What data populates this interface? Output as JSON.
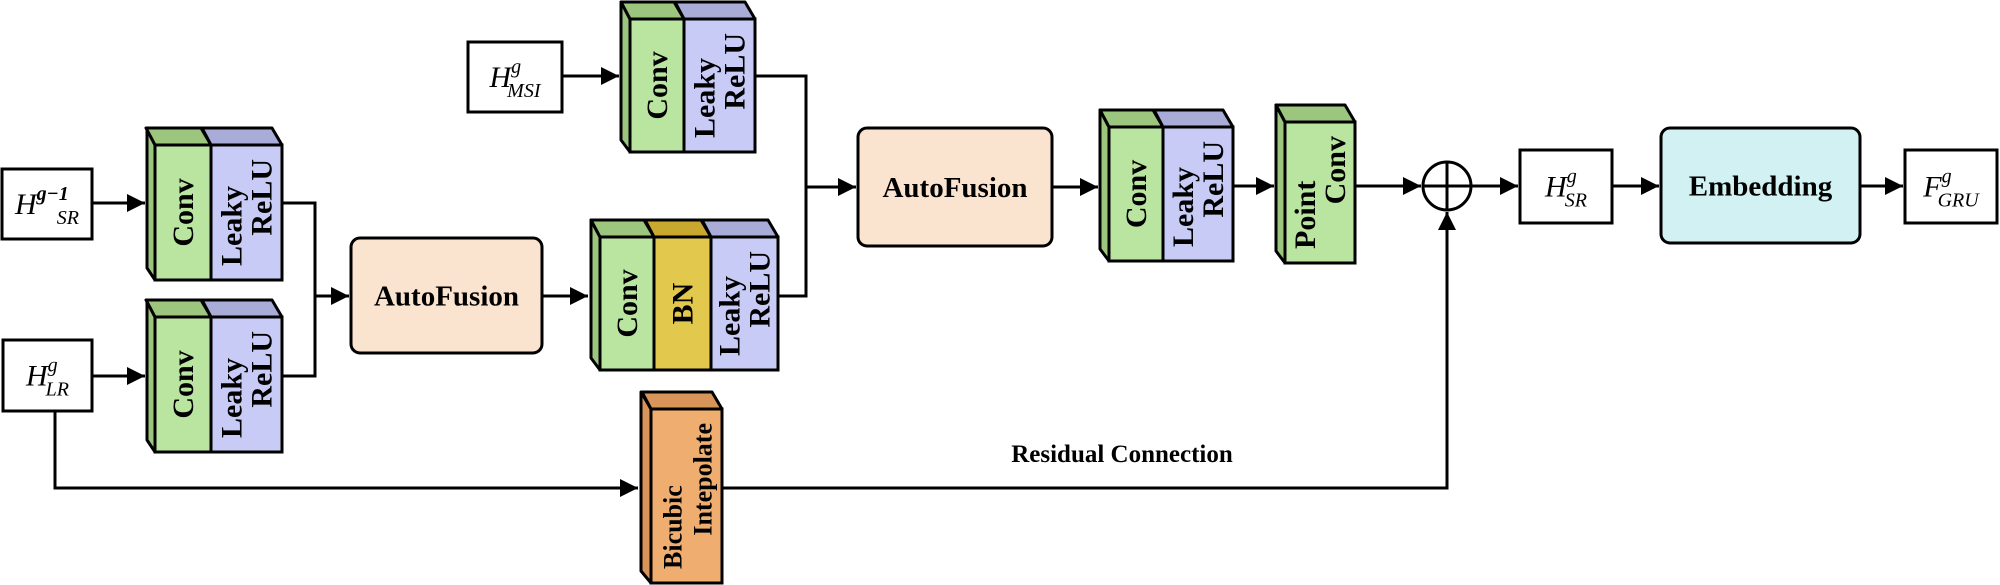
{
  "inputs": {
    "h_sr_prev": {
      "base": "H",
      "sup": "g−1",
      "sub": "SR"
    },
    "h_lr": {
      "base": "H",
      "sup": "g",
      "sub": "LR"
    },
    "h_msi": {
      "base": "H",
      "sup": "g",
      "sub": "MSI"
    }
  },
  "outputs": {
    "h_sr": {
      "base": "H",
      "sup": "g",
      "sub": "SR"
    },
    "f_gru": {
      "base": "F",
      "sup": "g",
      "sub": "GRU"
    }
  },
  "layers": {
    "conv": "Conv",
    "leaky_relu": [
      "Leaky",
      "ReLU"
    ],
    "bn": "BN",
    "point_conv": [
      "Point",
      "Conv"
    ],
    "bicubic": [
      "Bicubic",
      "Intepolate"
    ]
  },
  "modules": {
    "autofusion_1": "AutoFusion",
    "autofusion_2": "AutoFusion",
    "embedding": "Embedding"
  },
  "residual_label": "Residual Connection",
  "colors": {
    "conv": "#b9e5a0",
    "conv_top": "#9cc67e",
    "leaky": "#c7cbf5",
    "leaky_top": "#a9acd6",
    "bn": "#e3c84e",
    "bn_top": "#c8a82e",
    "autofusion": "#fbe4cf",
    "embedding": "#d1f1f3",
    "bicubic": "#f0ad70",
    "bicubic_top": "#d8955a"
  }
}
